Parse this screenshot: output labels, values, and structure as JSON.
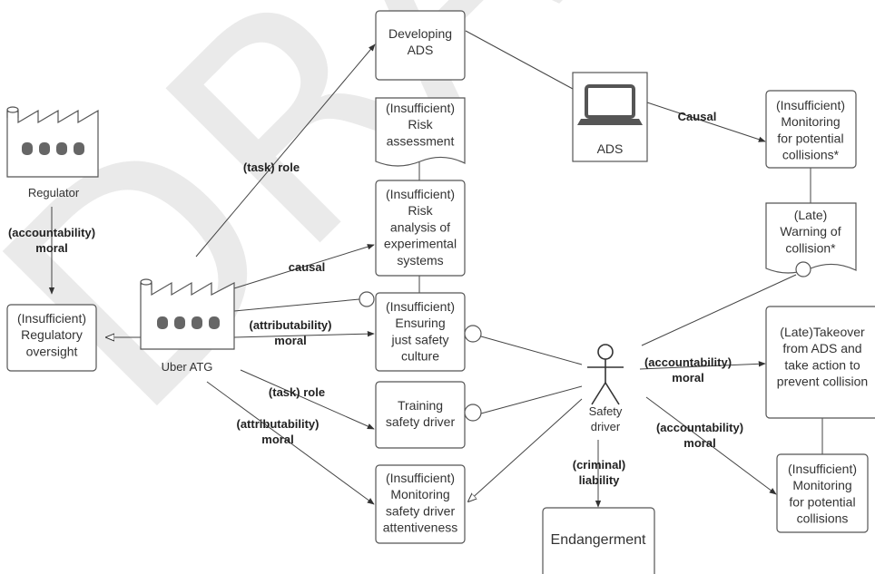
{
  "watermark": "DRAFT",
  "nodes": {
    "developing_ads": "Developing\nADS",
    "risk_assessment": "(Insufficient)\nRisk\nassessment",
    "risk_analysis": "(Insufficient)\nRisk\nanalysis of\nexperimental\nsystems",
    "safety_culture": "(Insufficient)\nEnsuring\njust safety\nculture",
    "training": "Training\nsafety driver",
    "monitoring_attentiveness": "(Insufficient)\nMonitoring\nsafety driver\nattentiveness",
    "ads": "ADS",
    "ads_monitoring": "(Insufficient)\nMonitoring\nfor potential\ncollisions*",
    "late_warning": "(Late)\nWarning of\ncollision*",
    "takeover": "(Late)Takeover\nfrom ADS and\ntake action to\nprevent collision",
    "driver_monitoring": "(Insufficient)\nMonitoring\nfor potential\ncollisions",
    "endangerment": "Endangerment",
    "regulatory_oversight": "(Insufficient)\nRegulatory\noversight"
  },
  "actors": {
    "regulator": "Regulator",
    "uber": "Uber ATG",
    "safety_driver": "Safety\ndriver"
  },
  "edge_labels": {
    "task_role_top": "(task) role",
    "causal_lower": "causal",
    "attributability_mid": "(attributability)\nmoral",
    "task_role_bottom": "(task) role",
    "attributability_bottom": "(attributability)\nmoral",
    "accountability_regulator": "(accountability)\nmoral",
    "causal_ads": "Causal",
    "accountability_takeover": "(accountability)\nmoral",
    "accountability_monitoring": "(accountability)\nmoral",
    "criminal_liability": "(criminal)\nliability"
  }
}
